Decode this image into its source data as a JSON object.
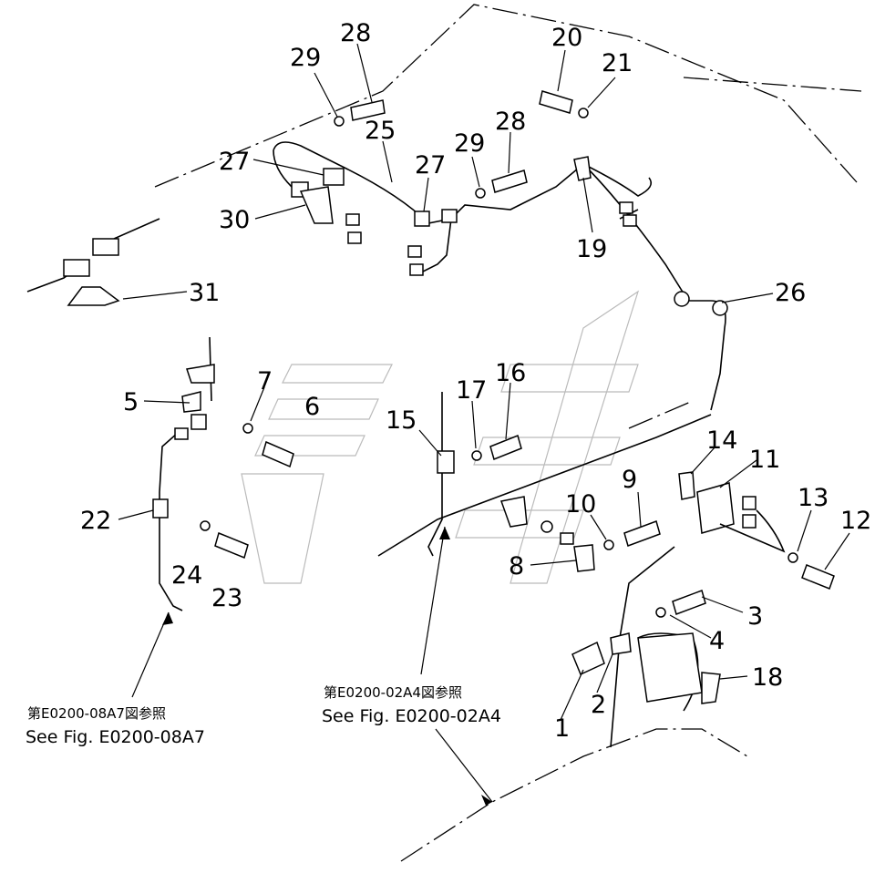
{
  "diagram": {
    "callouts": [
      "1",
      "2",
      "3",
      "4",
      "5",
      "6",
      "7",
      "8",
      "9",
      "10",
      "11",
      "12",
      "13",
      "14",
      "15",
      "16",
      "17",
      "18",
      "19",
      "20",
      "21",
      "22",
      "23",
      "24",
      "25",
      "26",
      "27",
      "27",
      "28",
      "28",
      "29",
      "29",
      "30",
      "31"
    ],
    "references": {
      "left": {
        "jp": "第E0200-08A7図参照",
        "en": "See Fig. E0200-08A7"
      },
      "center": {
        "jp": "第E0200-02A4図参照",
        "en": "See Fig. E0200-02A4"
      }
    }
  }
}
